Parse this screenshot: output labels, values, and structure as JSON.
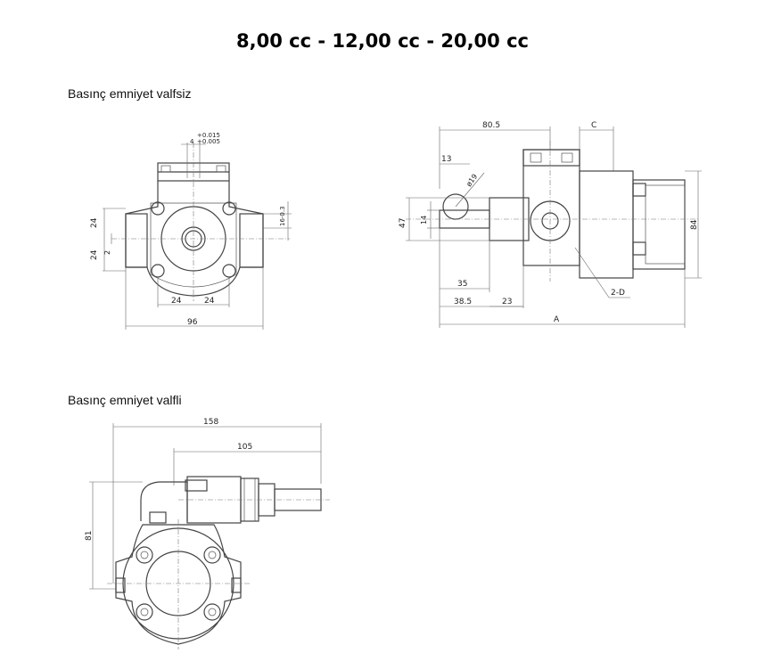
{
  "title": "8,00 cc - 12,00 cc - 20,00 cc",
  "sections": [
    {
      "label": "Basınç emniyet valfsiz",
      "front_view_dims": {
        "d1": "24",
        "d2": "24",
        "d3": "2",
        "d4": "24",
        "d5": "24",
        "d6": "96",
        "tol_hi": "+0.015",
        "tol_lo": "+0.005",
        "tol_key": "4",
        "d7": "16-0.3"
      },
      "side_view_dims": {
        "d1": "80.5",
        "d2": "C",
        "d3": "13",
        "d4": "ø19",
        "d5": "47",
        "d6": "14",
        "d7": "84",
        "d8": "35",
        "d9": "38.5",
        "d10": "23",
        "d11": "2-D",
        "d12": "A"
      }
    },
    {
      "label": "Basınç emniyet valfli",
      "valve_view_dims": {
        "d1": "158",
        "d2": "105",
        "d3": "81"
      }
    }
  ]
}
